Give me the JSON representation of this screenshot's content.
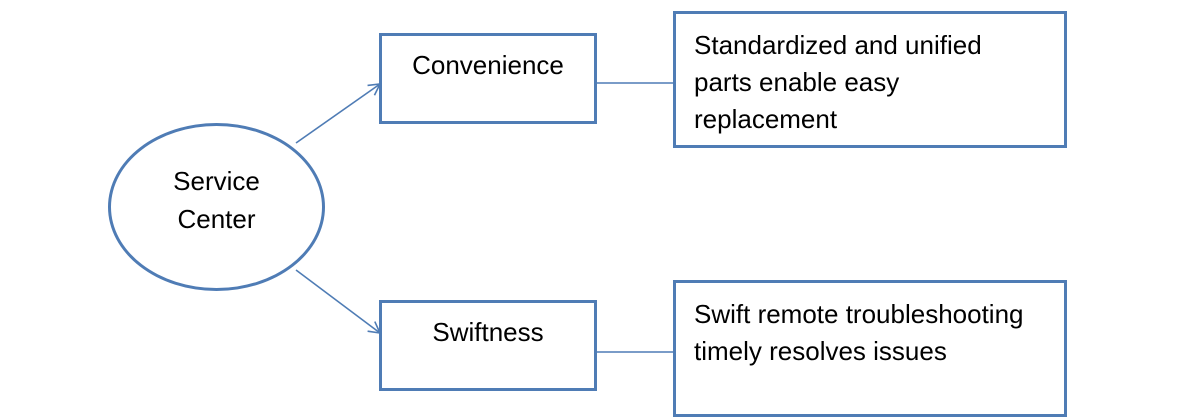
{
  "diagram": {
    "center": {
      "label": "Service Center"
    },
    "branches": [
      {
        "attribute": "Convenience",
        "description": "Standardized and unified parts enable easy replacement"
      },
      {
        "attribute": "Swiftness",
        "description": "Swift remote troubleshooting timely resolves issues"
      }
    ],
    "colors": {
      "stroke": "#4f7cb5",
      "text": "#000000",
      "background": "#ffffff"
    }
  }
}
